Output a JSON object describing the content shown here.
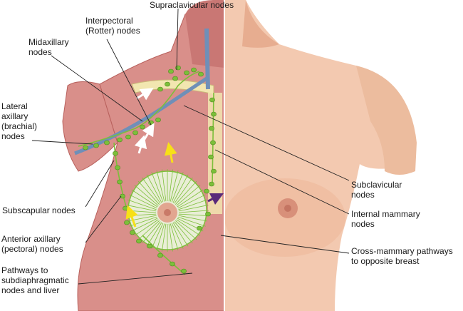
{
  "labels": {
    "supraclavicular": "Supraclavicular nodes",
    "interpectoral": "Interpectoral\n(Rotter) nodes",
    "midaxillary": "Midaxillary\nnodes",
    "lateral_axillary": "Lateral\naxillary\n(brachial)\nnodes",
    "subscapular": "Subscapular nodes",
    "anterior_axillary": "Anterior axillary\n(pectoral) nodes",
    "pathways_subdiaphragmatic": "Pathways to\nsubdiaphragmatic\nnodes and liver",
    "subclavicular": "Subclavicular\nnodes",
    "internal_mammary": "Internal mammary\nnodes",
    "cross_mammary": "Cross-mammary pathways\nto opposite breast"
  },
  "colors": {
    "skin": "#f3c9b0",
    "skin_shadow": "#e7ad90",
    "muscle": "#d98f8a",
    "muscle_dark": "#b8605c",
    "node": "#7cbf3a",
    "vessel_blue": "#6f8fb8",
    "bone": "#f2e6b0",
    "gland": "#e9eed6",
    "arrow_white": "#ffffff",
    "arrow_yellow": "#f7e017",
    "arrow_purple": "#5a2a7a",
    "leader": "#222222"
  }
}
